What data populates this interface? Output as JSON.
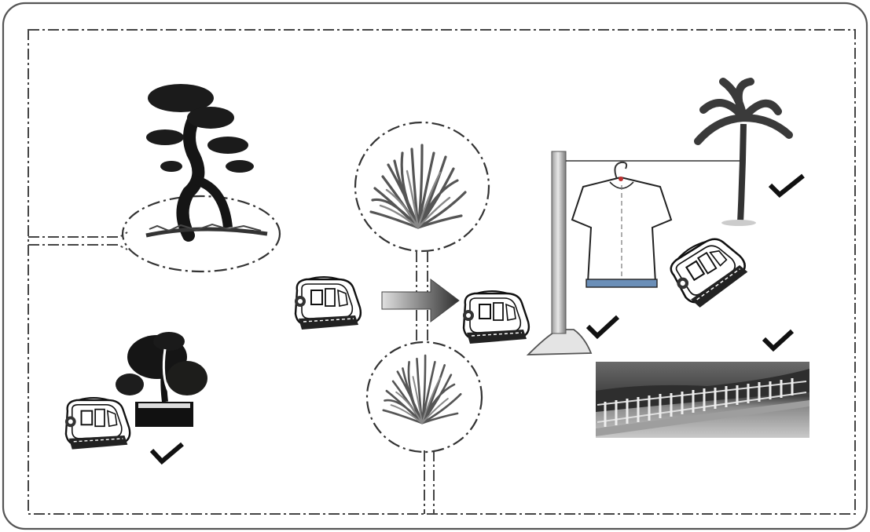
{
  "colors": {
    "frame": "#555555",
    "dash": "#444444",
    "check": "#111111",
    "foliage": "#1e1e1e",
    "grass": "#555555",
    "arrow_dark": "#3a3a3a",
    "arrow_light": "#d8d8d8",
    "hanger_bar": "#6b8fb8"
  },
  "icons": [
    "bonsai-tree-icon",
    "potted-bonsai-icon",
    "grass-clump-icon",
    "robot-mower-icon",
    "arrow-right-icon",
    "clothes-pole-icon",
    "tshirt-on-hanger-icon",
    "palm-tree-icon",
    "garden-fence-photo",
    "checkmark-icon"
  ],
  "checkmarks": [
    {
      "id": "bonsai-pot",
      "state": "ok"
    },
    {
      "id": "clothes-pole",
      "state": "ok"
    },
    {
      "id": "palm-tree",
      "state": "ok"
    },
    {
      "id": "fence",
      "state": "ok"
    }
  ]
}
